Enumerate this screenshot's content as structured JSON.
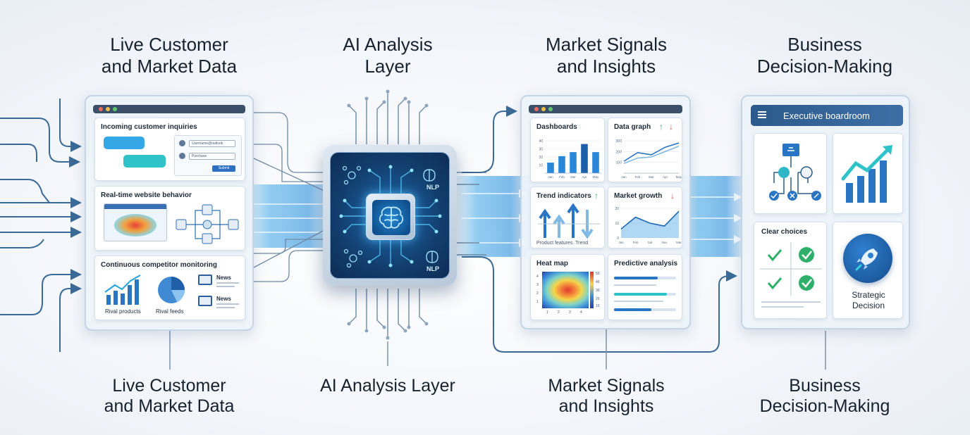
{
  "columns": [
    {
      "title": "Live Customer\nand Market Data",
      "footer": "Live Customer\nand Market Data"
    },
    {
      "title": "AI Analysis\nLayer",
      "footer": "AI Analysis Layer"
    },
    {
      "title": "Market Signals\nand Insights",
      "footer": "Market Signals\nand Insights"
    },
    {
      "title": "Business\nDecision-Making",
      "footer": "Business\nDecision-Making"
    }
  ],
  "data_panel": {
    "inquiries": {
      "title": "Incoming customer inquiries",
      "field_1": "Username@outlook",
      "field_2": "Purchase",
      "button": "Submit"
    },
    "website": {
      "title": "Real-time website behavior"
    },
    "competitor": {
      "title": "Continuous competitor monitoring",
      "rival_products": "Rival products",
      "rival_feeds": "Rival feeds",
      "news_1": "News",
      "news_2": "News"
    }
  },
  "chip": {
    "nlp_top": "NLP",
    "nlp_bottom": "NLP"
  },
  "insights_panel": {
    "dashboards": {
      "title": "Dashboards",
      "months": [
        "Jan",
        "Feb",
        "Mar",
        "Apr",
        "May"
      ],
      "y_ticks": [
        "40",
        "30",
        "20",
        "10"
      ]
    },
    "data_graph": {
      "title": "Data graph",
      "months": [
        "Jan",
        "Feb",
        "Mar",
        "Apr",
        "May"
      ],
      "y_ticks": [
        "300",
        "200",
        "100"
      ]
    },
    "trend": {
      "title": "Trend indicators",
      "caption": "Product features. Trend"
    },
    "growth": {
      "title": "Market growth",
      "months": [
        "Jan",
        "Feb",
        "Sat",
        "Nov",
        "Mar"
      ],
      "y_ticks": [
        "20",
        "10",
        "0"
      ]
    },
    "heatmap": {
      "title": "Heat map",
      "y_ticks": [
        "4",
        "3",
        "2",
        "1"
      ],
      "x_ticks": [
        "1",
        "2",
        "3",
        "4"
      ],
      "scale": [
        "50",
        "40",
        "30",
        "20",
        "10"
      ]
    },
    "predictive": {
      "title": "Predictive analysis"
    }
  },
  "decision_panel": {
    "header": "Executive boardroom",
    "choices": "Clear choices",
    "strategic": "Strategic\nDecision"
  },
  "chart_data": [
    {
      "type": "bar",
      "title": "Dashboards",
      "categories": [
        "Jan",
        "Feb",
        "Mar",
        "Apr",
        "May"
      ],
      "values": [
        13,
        21,
        26,
        36,
        26
      ],
      "ylim": [
        0,
        40
      ]
    },
    {
      "type": "line",
      "title": "Data graph",
      "x": [
        "Jan",
        "Feb",
        "Mar",
        "Apr",
        "May"
      ],
      "series": [
        {
          "values": [
            110,
            190,
            170,
            240,
            280
          ]
        },
        {
          "values": [
            90,
            140,
            150,
            200,
            250
          ]
        }
      ],
      "ylim": [
        0,
        300
      ]
    },
    {
      "type": "area",
      "title": "Market growth",
      "x": [
        "Jan",
        "Feb",
        "Sat",
        "Nov",
        "Mar"
      ],
      "series": [
        {
          "values": [
            6,
            14,
            10,
            8,
            18
          ]
        }
      ],
      "ylim": [
        0,
        20
      ]
    }
  ],
  "colors": {
    "accent": "#1c86d4",
    "dark": "#3b4f6a",
    "green": "#2fb06a",
    "red": "#e24a3b",
    "cyan": "#29c6d6"
  }
}
